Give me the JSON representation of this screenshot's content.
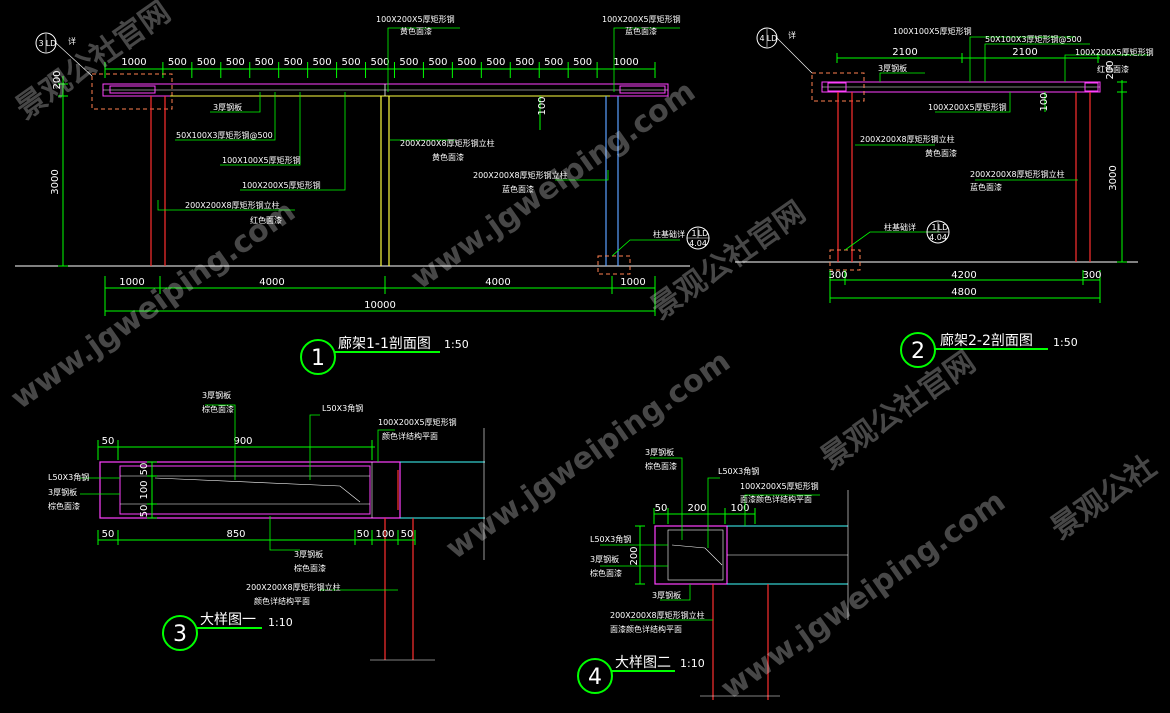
{
  "section1": {
    "title": "廊架1-1剖面图",
    "scale": "1:50",
    "number": "1",
    "top_dims": [
      "1000",
      "500",
      "500",
      "500",
      "500",
      "500",
      "500",
      "500",
      "500",
      "500",
      "500",
      "500",
      "500",
      "500",
      "500",
      "500",
      "1000"
    ],
    "bottom_dims": [
      "1000",
      "4000",
      "4000",
      "1000"
    ],
    "total": "10000",
    "height": "3000",
    "top_height": "200",
    "mid_dim": "100",
    "detail_bubble": {
      "top": "3",
      "right": "LD"
    },
    "detail_suffix": "详",
    "base_bubble": {
      "top": "1",
      "right": "LD",
      "bottom": "4.04"
    },
    "notes": {
      "beam_yellow": [
        "100X200X5厚矩形钢",
        "黄色面漆"
      ],
      "beam_blue": [
        "100X200X5厚矩形钢",
        "蓝色面漆"
      ],
      "plate": "3厚钢板",
      "tube_50": "50X100X3厚矩形钢@500",
      "tube_100x100": "100X100X5厚矩形钢",
      "tube_100x200": "100X200X5厚矩形钢",
      "col_red": [
        "200X200X8厚矩形钢立柱",
        "红色面漆"
      ],
      "col_yellow": [
        "200X200X8厚矩形钢立柱",
        "黄色面漆"
      ],
      "col_blue": [
        "200X200X8厚矩形钢立柱",
        "蓝色面漆"
      ],
      "base": "柱基础详"
    }
  },
  "section2": {
    "title": "廊架2-2剖面图",
    "scale": "1:50",
    "number": "2",
    "top_dims": [
      "2100",
      "2100"
    ],
    "bottom_dims": [
      "300",
      "4200",
      "300"
    ],
    "total": "4800",
    "height": "3000",
    "top_height": "200",
    "mid_dim": "100",
    "detail_bubble": {
      "top": "4",
      "right": "LD"
    },
    "detail_suffix": "详",
    "base_bubble": {
      "top": "1",
      "right": "LD",
      "bottom": "4.04"
    },
    "notes": {
      "tube_100x100": "100X100X5厚矩形钢",
      "tube_50": "50X100X3厚矩形钢@500",
      "tube_100x200_red": [
        "100X200X5厚矩形钢",
        "红色面漆"
      ],
      "plate": "3厚钢板",
      "tube_100x200": "100X200X5厚矩形钢",
      "col_yellow": [
        "200X200X8厚矩形钢立柱",
        "黄色面漆"
      ],
      "col_blue": [
        "200X200X8厚矩形钢立柱",
        "蓝色面漆"
      ],
      "base": "柱基础详"
    }
  },
  "detail1": {
    "title": "大样图一",
    "scale": "1:10",
    "number": "3",
    "top_dims": [
      "50",
      "900"
    ],
    "bottom_dims": [
      "50",
      "850",
      "50",
      "100",
      "50"
    ],
    "side_dims": [
      "50",
      "100",
      "50"
    ],
    "notes": {
      "plate_top": [
        "3厚钢板",
        "棕色面漆"
      ],
      "angle": "L50X3角钢",
      "beam": [
        "100X200X5厚矩形钢",
        "颜色详结构平面"
      ],
      "angle_left": "L50X3角钢",
      "plate_left": [
        "3厚钢板",
        "棕色面漆"
      ],
      "plate_bottom": [
        "3厚钢板",
        "棕色面漆"
      ],
      "column": [
        "200X200X8厚矩形钢立柱",
        "颜色详结构平面"
      ]
    }
  },
  "detail2": {
    "title": "大样图二",
    "scale": "1:10",
    "number": "4",
    "top_dims": [
      "50",
      "200",
      "100"
    ],
    "side_dim": "200",
    "notes": {
      "plate_top": [
        "3厚钢板",
        "棕色面漆"
      ],
      "angle": "L50X3角钢",
      "beam": [
        "100X200X5厚矩形钢",
        "面漆颜色详结构平面"
      ],
      "angle_left": "L50X3角钢",
      "plate_left": [
        "3厚钢板",
        "棕色面漆"
      ],
      "plate_bottom": "3厚钢板",
      "column": [
        "200X200X8厚矩形钢立柱",
        "面漆颜色详结构平面"
      ]
    }
  },
  "watermarks": [
    "www.jgweiping.com",
    "景观公社官网",
    "www.jgweiping.com",
    "景观公社官网",
    "www.jgweiping.com",
    "景观公社官网",
    "www.jgweiping.com",
    "景观公社"
  ],
  "colors": {
    "background": "#000000",
    "dim_line": "#00ff00",
    "text": "#ffffff",
    "red_member": "#ff3030",
    "yellow_member": "#ffff40",
    "blue_member": "#5aa0ff",
    "magenta": "#ff40ff",
    "brown_dash": "#ff8050",
    "cyan": "#40ffff"
  }
}
